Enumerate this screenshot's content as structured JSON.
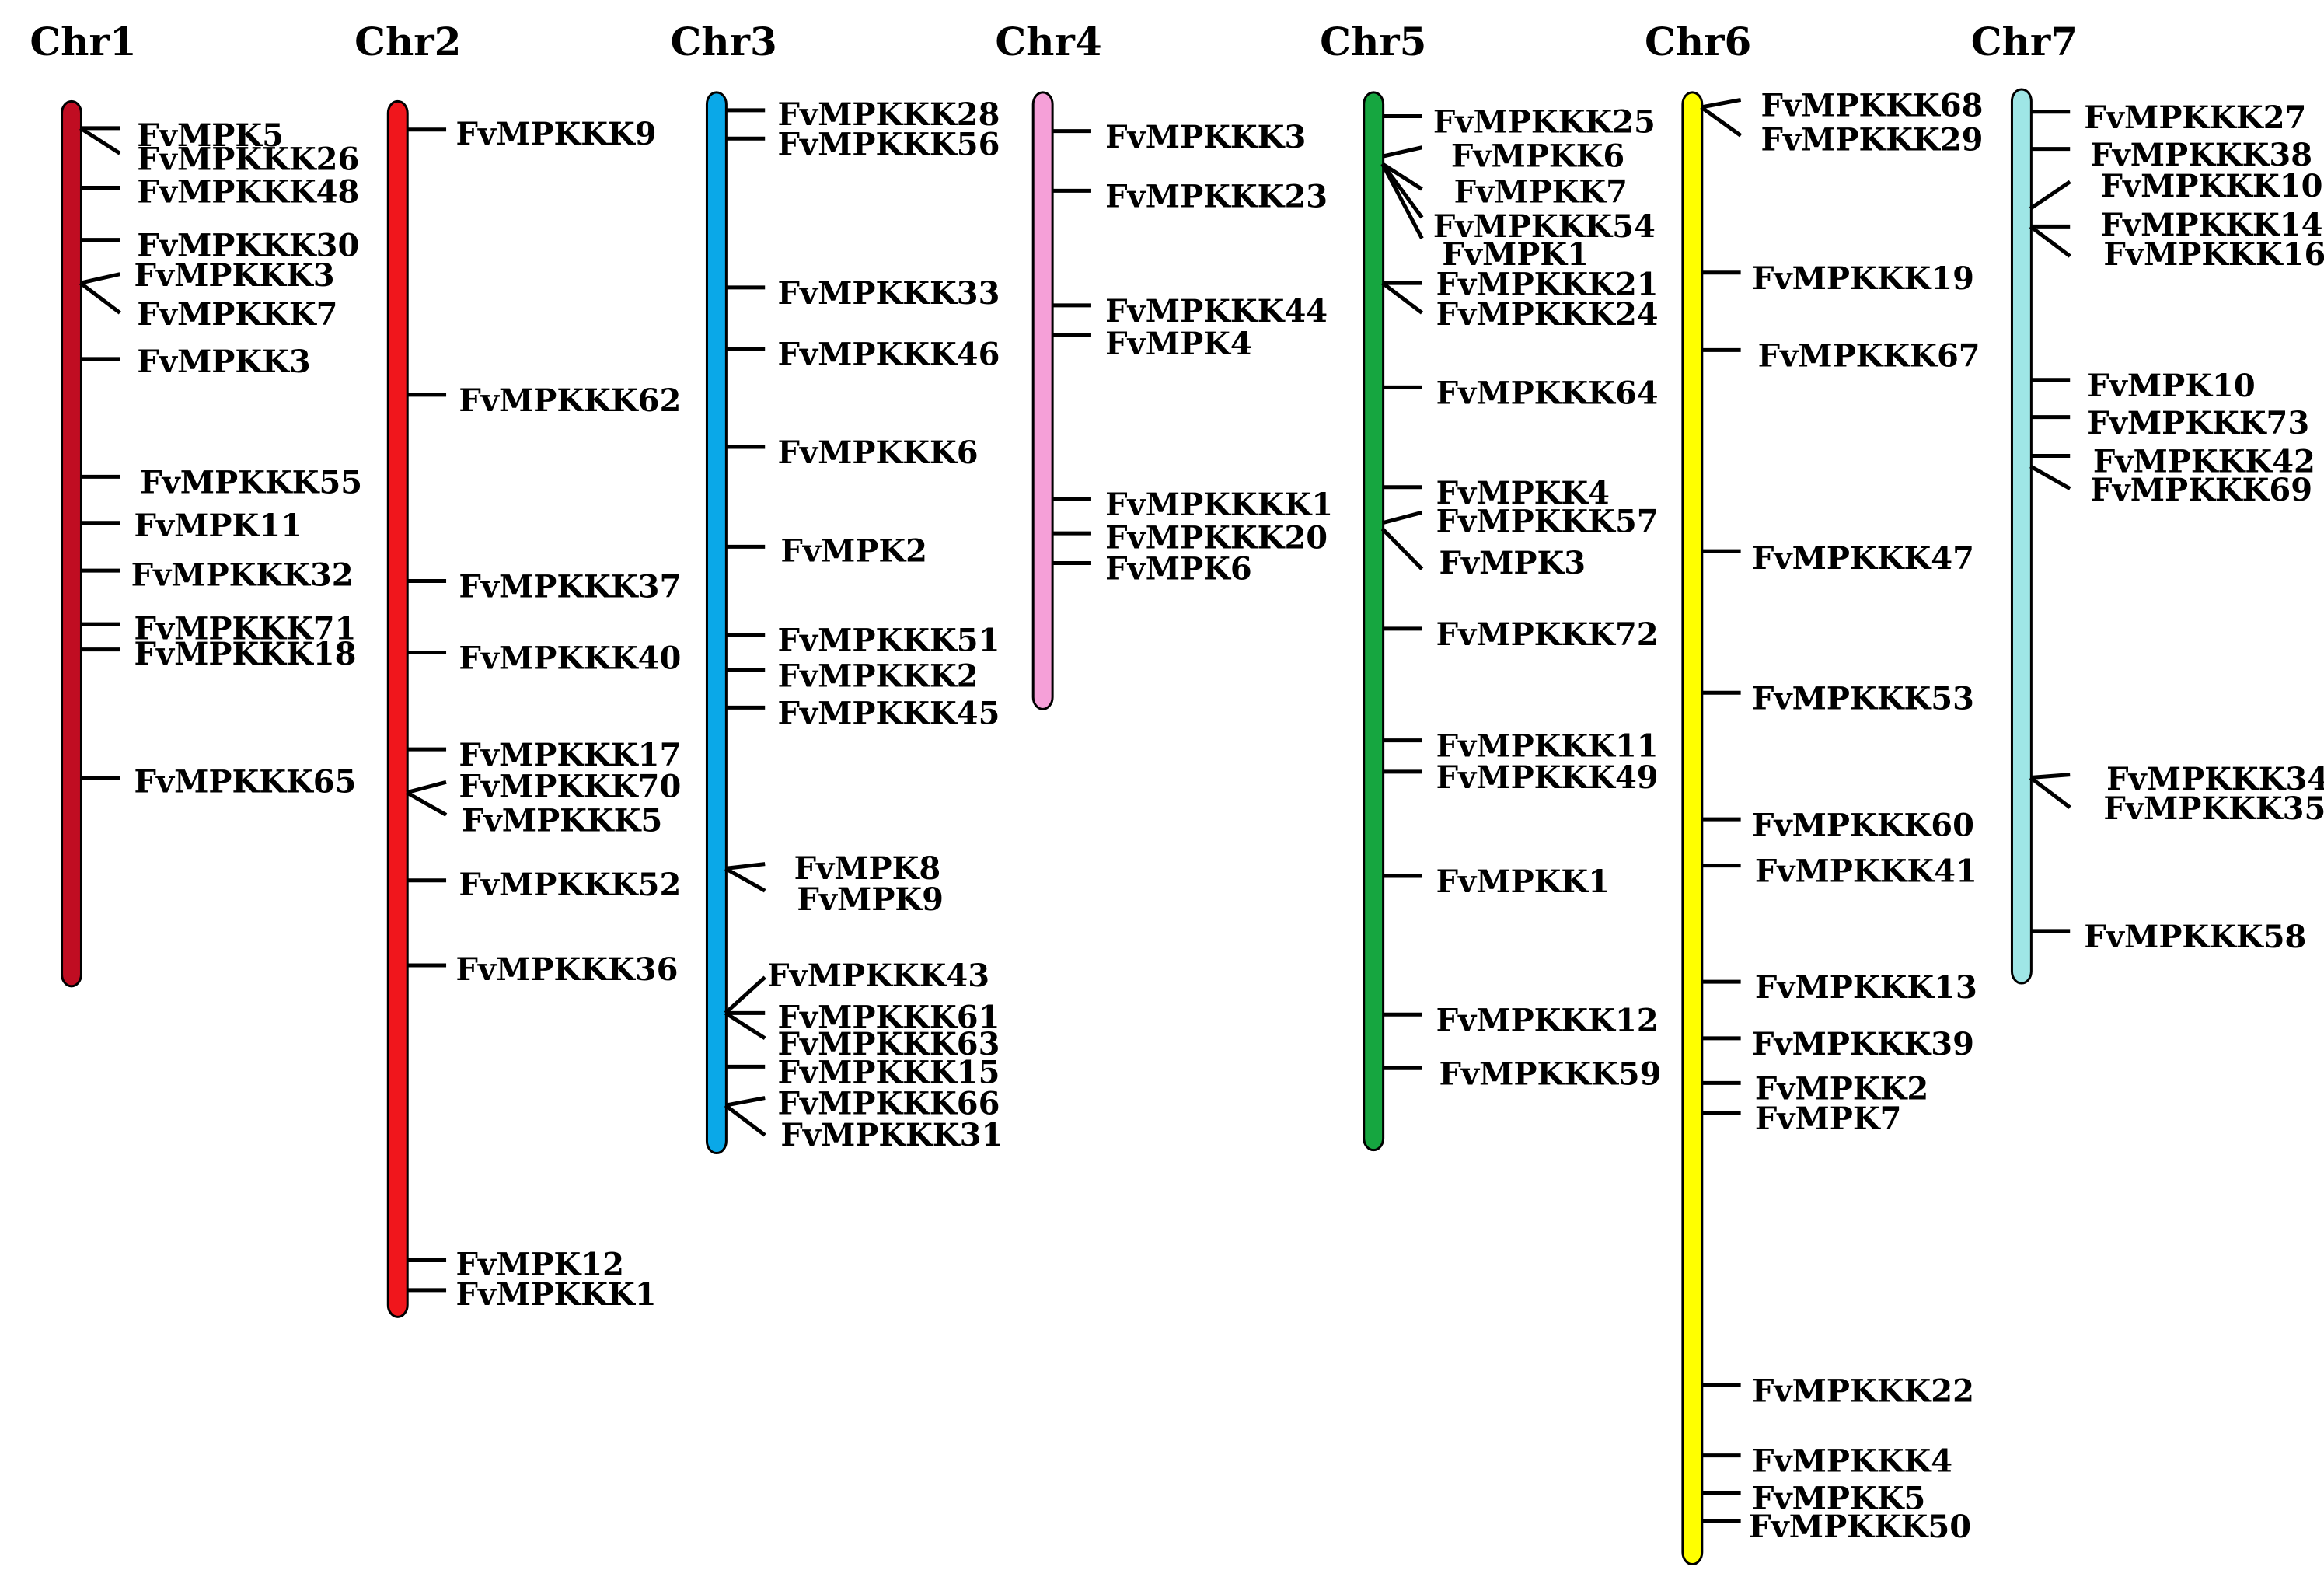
{
  "chromosomes": [
    {
      "name": "Chr1",
      "color": "#c00d22",
      "genes": [
        {
          "label": "FvMPK5"
        },
        {
          "label": "FvMPKKK26"
        },
        {
          "label": "FvMPKKK48"
        },
        {
          "label": "FvMPKKK30"
        },
        {
          "label": "FvMPKKK3"
        },
        {
          "label": "FvMPKKK7"
        },
        {
          "label": "FvMPKK3"
        },
        {
          "label": "FvMPKKK55"
        },
        {
          "label": "FvMPK11"
        },
        {
          "label": "FvMPKKK32"
        },
        {
          "label": "FvMPKKK71"
        },
        {
          "label": "FvMPKKK18"
        },
        {
          "label": "FvMPKKK65"
        }
      ]
    },
    {
      "name": "Chr2",
      "color": "#f0161c",
      "genes": [
        {
          "label": "FvMPKKK9"
        },
        {
          "label": "FvMPKKK62"
        },
        {
          "label": "FvMPKKK37"
        },
        {
          "label": "FvMPKKK40"
        },
        {
          "label": "FvMPKKK17"
        },
        {
          "label": "FvMPKKK70"
        },
        {
          "label": "FvMPKKK5"
        },
        {
          "label": "FvMPKKK52"
        },
        {
          "label": "FvMPKKK36"
        },
        {
          "label": "FvMPK12"
        },
        {
          "label": "FvMPKKK1"
        }
      ]
    },
    {
      "name": "Chr3",
      "color": "#0aa8e8",
      "genes": [
        {
          "label": "FvMPKKK28"
        },
        {
          "label": "FvMPKKK56"
        },
        {
          "label": "FvMPKKK33"
        },
        {
          "label": "FvMPKKK46"
        },
        {
          "label": "FvMPKKK6"
        },
        {
          "label": "FvMPK2"
        },
        {
          "label": "FvMPKKK51"
        },
        {
          "label": "FvMPKKK2"
        },
        {
          "label": "FvMPKKK45"
        },
        {
          "label": "FvMPK8"
        },
        {
          "label": "FvMPK9"
        },
        {
          "label": "FvMPKKK43"
        },
        {
          "label": "FvMPKKK61"
        },
        {
          "label": "FvMPKKK63"
        },
        {
          "label": "FvMPKKK15"
        },
        {
          "label": "FvMPKKK66"
        },
        {
          "label": "FvMPKKK31"
        }
      ]
    },
    {
      "name": "Chr4",
      "color": "#f5a0d8",
      "genes": [
        {
          "label": "FvMPKKK3"
        },
        {
          "label": "FvMPKKK23"
        },
        {
          "label": "FvMPKKK44"
        },
        {
          "label": "FvMPK4"
        },
        {
          "label": "FvMPKKKK1"
        },
        {
          "label": "FvMPKKK20"
        },
        {
          "label": "FvMPK6"
        }
      ]
    },
    {
      "name": "Chr5",
      "color": "#16a640",
      "genes": [
        {
          "label": "FvMPKKK25"
        },
        {
          "label": "FvMPKK6"
        },
        {
          "label": "FvMPKK7"
        },
        {
          "label": "FvMPKKK54"
        },
        {
          "label": "FvMPK1"
        },
        {
          "label": "FvMPKKK21"
        },
        {
          "label": "FvMPKKK24"
        },
        {
          "label": "FvMPKKK64"
        },
        {
          "label": "FvMPKK4"
        },
        {
          "label": "FvMPKKK57"
        },
        {
          "label": "FvMPK3"
        },
        {
          "label": "FvMPKKK72"
        },
        {
          "label": "FvMPKKK11"
        },
        {
          "label": "FvMPKKK49"
        },
        {
          "label": "FvMPKK1"
        },
        {
          "label": "FvMPKKK12"
        },
        {
          "label": "FvMPKKK59"
        }
      ]
    },
    {
      "name": "Chr6",
      "color": "#ffff00",
      "genes": [
        {
          "label": "FvMPKKK68"
        },
        {
          "label": "FvMPKKK29"
        },
        {
          "label": "FvMPKKK19"
        },
        {
          "label": "FvMPKKK67"
        },
        {
          "label": "FvMPKKK47"
        },
        {
          "label": "FvMPKKK53"
        },
        {
          "label": "FvMPKKK60"
        },
        {
          "label": "FvMPKKK41"
        },
        {
          "label": "FvMPKKK13"
        },
        {
          "label": "FvMPKKK39"
        },
        {
          "label": "FvMPKK2"
        },
        {
          "label": "FvMPK7"
        },
        {
          "label": "FvMPKKK22"
        },
        {
          "label": "FvMPKKK4"
        },
        {
          "label": "FvMPKK5"
        },
        {
          "label": "FvMPKKK50"
        }
      ]
    },
    {
      "name": "Chr7",
      "color": "#9fe6e6",
      "genes": [
        {
          "label": "FvMPKKK27"
        },
        {
          "label": "FvMPKKK38"
        },
        {
          "label": "FvMPKKK10"
        },
        {
          "label": "FvMPKKK14"
        },
        {
          "label": "FvMPKKK16"
        },
        {
          "label": "FvMPK10"
        },
        {
          "label": "FvMPKKK73"
        },
        {
          "label": "FvMPKKK42"
        },
        {
          "label": "FvMPKKK69"
        },
        {
          "label": "FvMPKKK34"
        },
        {
          "label": "FvMPKKK35"
        },
        {
          "label": "FvMPKKK58"
        }
      ]
    }
  ]
}
